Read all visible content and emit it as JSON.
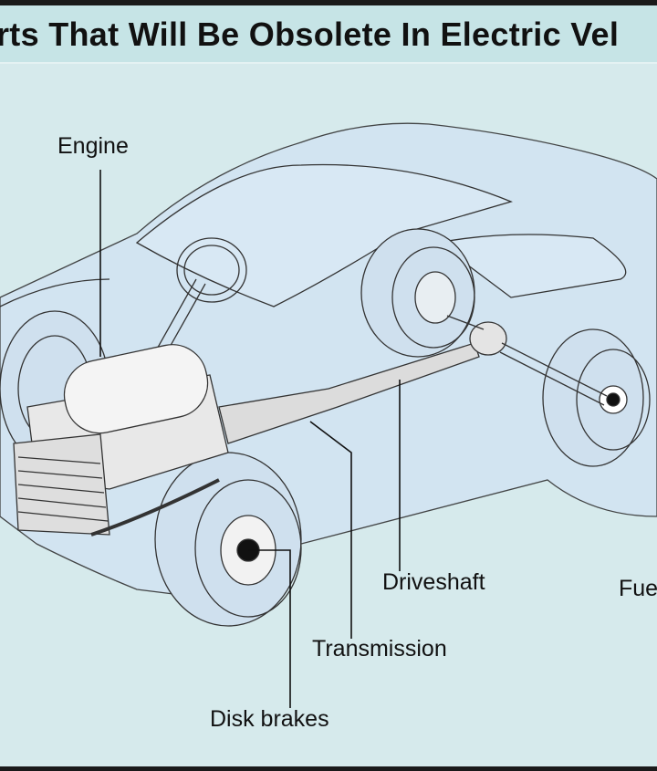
{
  "title": "rts That Will Be Obsolete In Electric Vel",
  "labels": {
    "engine": "Engine",
    "driveshaft": "Driveshaft",
    "fuel": "Fue",
    "transmission": "Transmission",
    "disk_brakes": "Disk brakes"
  },
  "colors": {
    "background": "#d6eaec",
    "title_bar": "#c6e4e6",
    "car_fill": "#d2e4f2",
    "stroke": "#333333"
  }
}
